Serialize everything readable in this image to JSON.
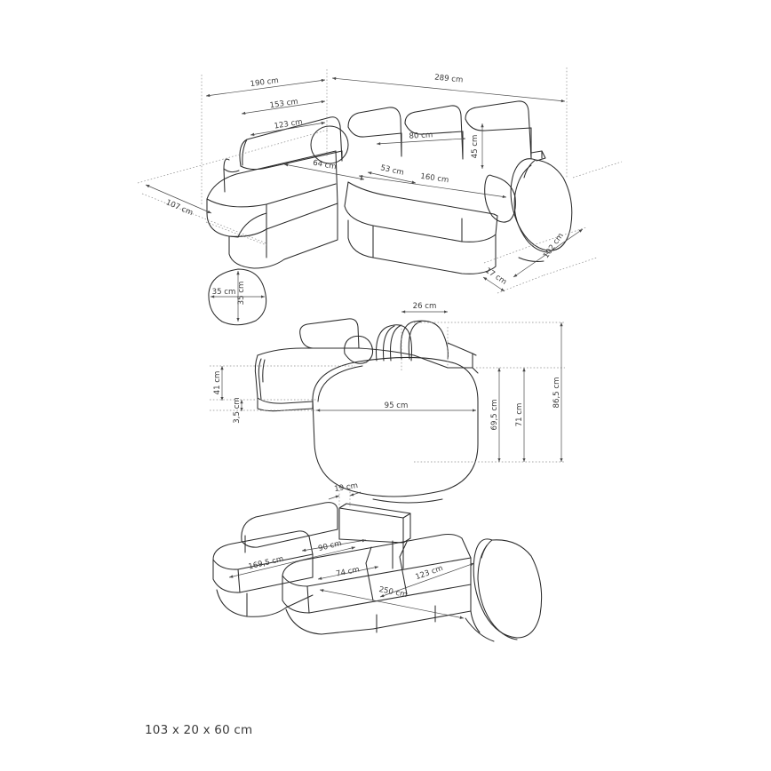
{
  "document": {
    "type": "furniture-dimension-drawing",
    "caption": "103 x 20 x 60 cm",
    "background_color": "#ffffff",
    "line_color": "#2b2b2b",
    "dimension_line_color": "#4a4a4a",
    "text_color": "#3a3a3a"
  },
  "views": [
    {
      "name": "perspective-front-view",
      "labels": {
        "overall_back_left": "190 cm",
        "backrest_left_outer": "153 cm",
        "backrest_left_inner": "123 cm",
        "overall_back_right": "289 cm",
        "seat_left_depth": "64 cm",
        "seat_gap": "53 cm",
        "backrest_right_cushion": "80 cm",
        "backrest_height": "45 cm",
        "seat_right_length": "160 cm",
        "chaise_depth": "107 cm",
        "arm_depth": "102 cm",
        "arm_width": "17 cm"
      }
    },
    {
      "name": "round-cushion-detail",
      "labels": {
        "diameter_horizontal": "35 cm",
        "diameter_vertical": "35 cm"
      }
    },
    {
      "name": "side-elevation-view",
      "labels": {
        "back_cushion_width": "26 cm",
        "seat_height": "41 cm",
        "base_clearance": "3,5 cm",
        "arm_length": "95 cm",
        "arm_top_height": "69,5 cm",
        "backrest_mid_height": "71 cm",
        "overall_height": "86,5 cm"
      }
    },
    {
      "name": "bed-open-perspective-view",
      "labels": {
        "back_panel_thickness": "19 cm",
        "chaise_length": "169,5 cm",
        "bed_width_upper": "90 cm",
        "bed_width_lower": "74 cm",
        "bed_length": "250 cm",
        "bed_depth": "123 cm"
      }
    }
  ]
}
